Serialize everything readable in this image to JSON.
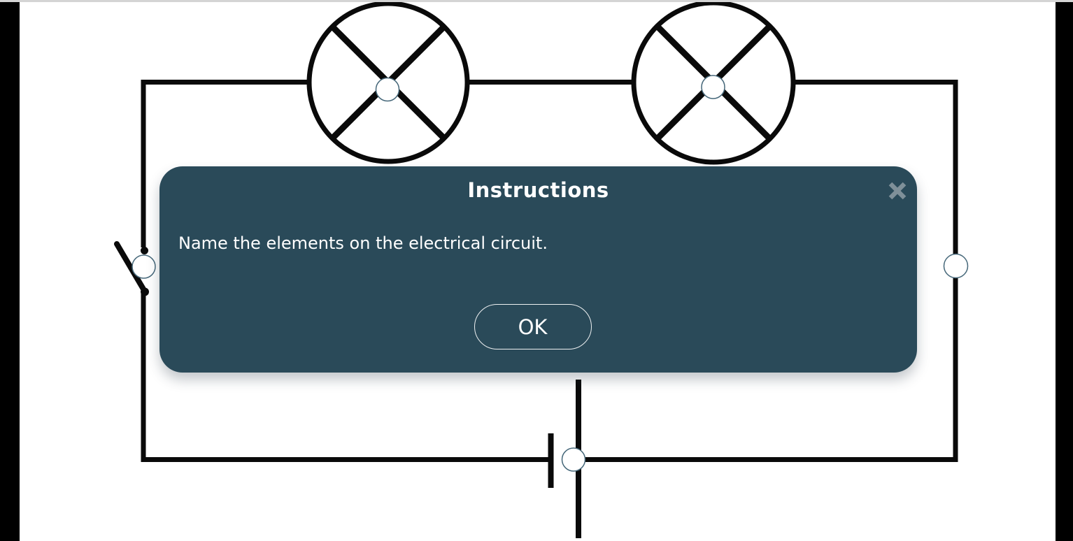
{
  "app": {
    "top_border_color": "#d4d4d4",
    "letterbox_color": "#000000",
    "canvas_color": "#ffffff"
  },
  "dialog": {
    "title": "Instructions",
    "message": "Name the elements on the electrical circuit.",
    "ok_label": "OK",
    "background_color": "#2a4a59",
    "text_color": "#ffffff",
    "close_icon": "x-mark",
    "close_icon_color": "#7f9099"
  },
  "circuit": {
    "wire_color": "#0a0a0a",
    "handle_fill": "#ffffff",
    "handle_stroke": "#456779",
    "elements": [
      {
        "id": "lamp-1",
        "symbol": "lamp-circle-x"
      },
      {
        "id": "lamp-2",
        "symbol": "lamp-circle-x"
      },
      {
        "id": "switch-1",
        "symbol": "open-switch"
      },
      {
        "id": "battery-1",
        "symbol": "battery-cell"
      },
      {
        "id": "wire-right",
        "symbol": "plain-wire"
      }
    ]
  }
}
